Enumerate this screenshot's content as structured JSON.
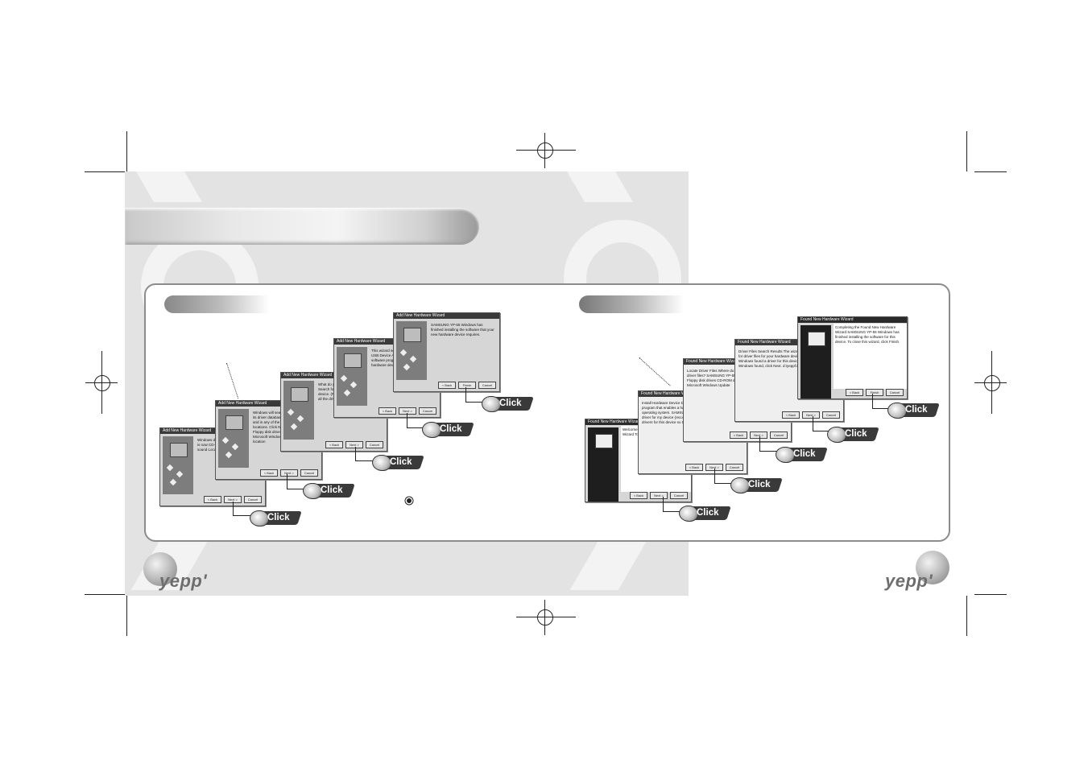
{
  "left_panel": {
    "dialogs": [
      {
        "title": "Add New Hardware Wizard",
        "text": "Windows driver  SAMSUNG Y  Windows is now  CD-ROM drive. This dr  as a sound  Location of drive  YEPP",
        "buttons": [
          "< Back",
          "Next >",
          "Cancel"
        ]
      },
      {
        "title": "Add New Hardware Wizard",
        "text": "Windows will search for new drivers in its driver database on your hard drive and in any of the following selected locations. Click Next to start the search.  Floppy disk drives  CD-ROM drive  Microsoft Windows Update  Specify a location",
        "buttons": [
          "< Back",
          "Next >",
          "Cancel"
        ]
      },
      {
        "title": "Add New Hardware Wizard",
        "text": "What do you want Windows to do?  Search for the best driver for your device. (Recommended)  Display a list of all the drivers in a specific location",
        "buttons": [
          "< Back",
          "Next >",
          "Cancel"
        ]
      },
      {
        "title": "Add New Hardware Wizard",
        "text": "This wizard searches for new drivers for:  USB Device  A device driver is a software program that makes a hardware device work.",
        "buttons": [
          "< Back",
          "Next >",
          "Cancel"
        ]
      },
      {
        "title": "Add New Hardware Wizard",
        "text": "SAMSUNG YP-55  Windows has finished installing the software that your new hardware device requires.",
        "buttons": [
          "< Back",
          "Finish",
          "Cancel"
        ]
      }
    ],
    "click_label": "Click"
  },
  "right_panel": {
    "dialogs": [
      {
        "title": "Found New Hardware Wizard",
        "text": "Welcome to the Found New Hardware Wizard  To continue, click Next.",
        "buttons": [
          "< Back",
          "Next >",
          "Cancel"
        ]
      },
      {
        "title": "Found New Hardware Wizard",
        "text": "Install Hardware Device Drivers  A device driver is a software program that enables a hardware device to work with an operating system.  SAMSUNG YP-55  Search for a suitable driver for my device (recommended)  Display a list of the known drivers for this device so that I can choose a specific driver",
        "buttons": [
          "< Back",
          "Next >",
          "Cancel"
        ]
      },
      {
        "title": "Found New Hardware Wizard",
        "text": "Locate Driver Files  Where do you want Windows to search for driver files?  SAMSUNG YP-55  Optional search locations:  Floppy disk drives  CD-ROM drives  Specify a location  Microsoft Windows Update",
        "buttons": [
          "< Back",
          "Next >",
          "Cancel"
        ]
      },
      {
        "title": "Found New Hardware Wizard",
        "text": "Driver Files Search Results  The wizard has finished searching for driver files for your hardware device.  SAMSUNG YP-55  Windows found a driver for this device. To install the driver Windows found, click Next.  d:\\yeppf.inf",
        "buttons": [
          "< Back",
          "Next >",
          "Cancel"
        ]
      },
      {
        "title": "Found New Hardware Wizard",
        "text": "Completing the Found New Hardware Wizard  SAMSUNG YP-55  Windows has finished installing the software for this device.  To close this wizard, click Finish.",
        "buttons": [
          "< Back",
          "Finish",
          "Cancel"
        ]
      }
    ],
    "click_label": "Click"
  },
  "footer": {
    "logo_left": "yepp'",
    "logo_right": "yepp'"
  }
}
